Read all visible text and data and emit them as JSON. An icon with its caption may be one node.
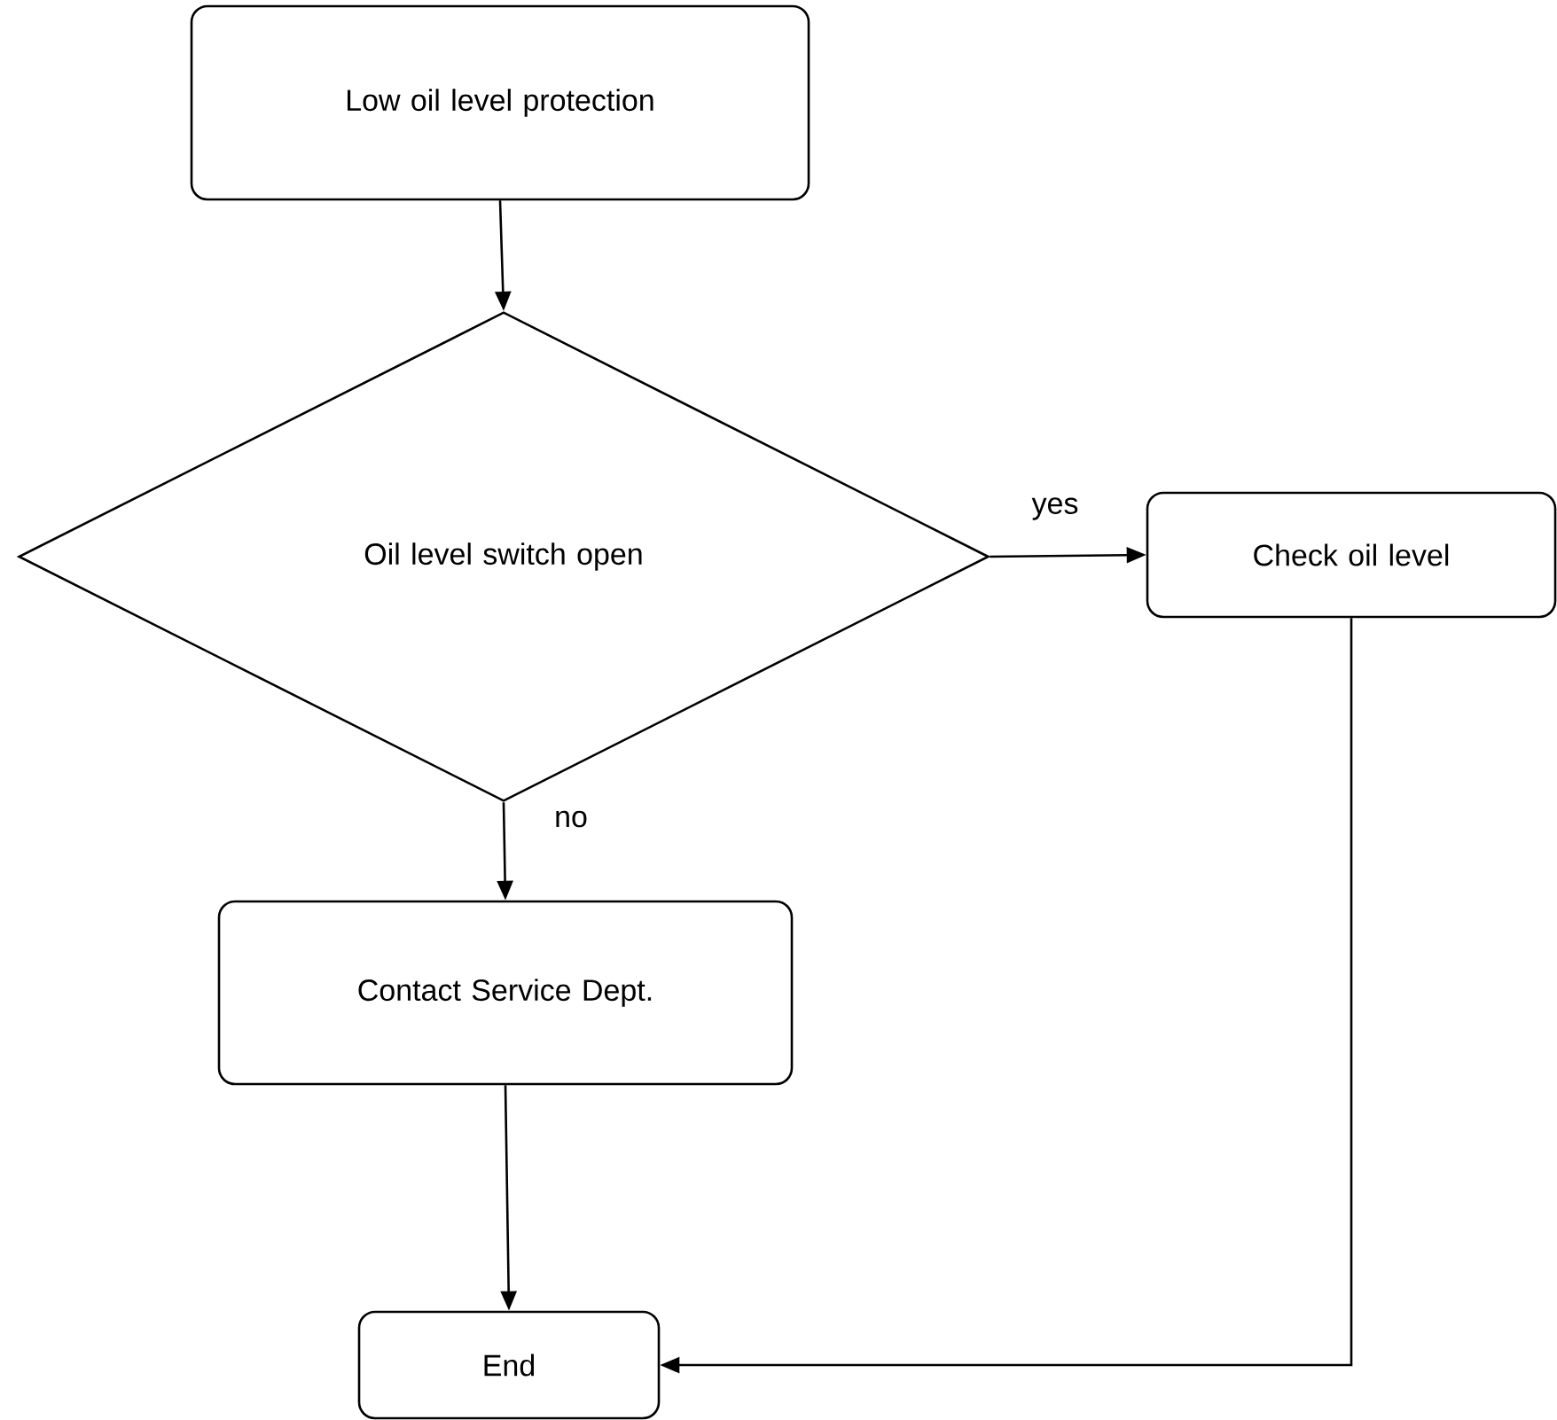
{
  "diagram": {
    "nodes": [
      {
        "text": [
          "Low oil level protection"
        ]
      },
      {
        "text": [
          "Oil level switch open"
        ]
      },
      {
        "text": [
          "Check oil level"
        ]
      },
      {
        "text": [
          "Contact Service Dept."
        ]
      },
      {
        "text": [
          "End"
        ]
      }
    ],
    "edges": [
      {
        "from": 0,
        "to": 1,
        "arrow": "to"
      },
      {
        "from": 1,
        "to": 2,
        "arrow": "to",
        "label": "yes"
      },
      {
        "from": 1,
        "to": 3,
        "arrow": "to",
        "label": "no"
      },
      {
        "from": 3,
        "to": 4,
        "arrow": "to"
      },
      {
        "from": 2,
        "to": 4,
        "arrow": "to"
      }
    ]
  }
}
